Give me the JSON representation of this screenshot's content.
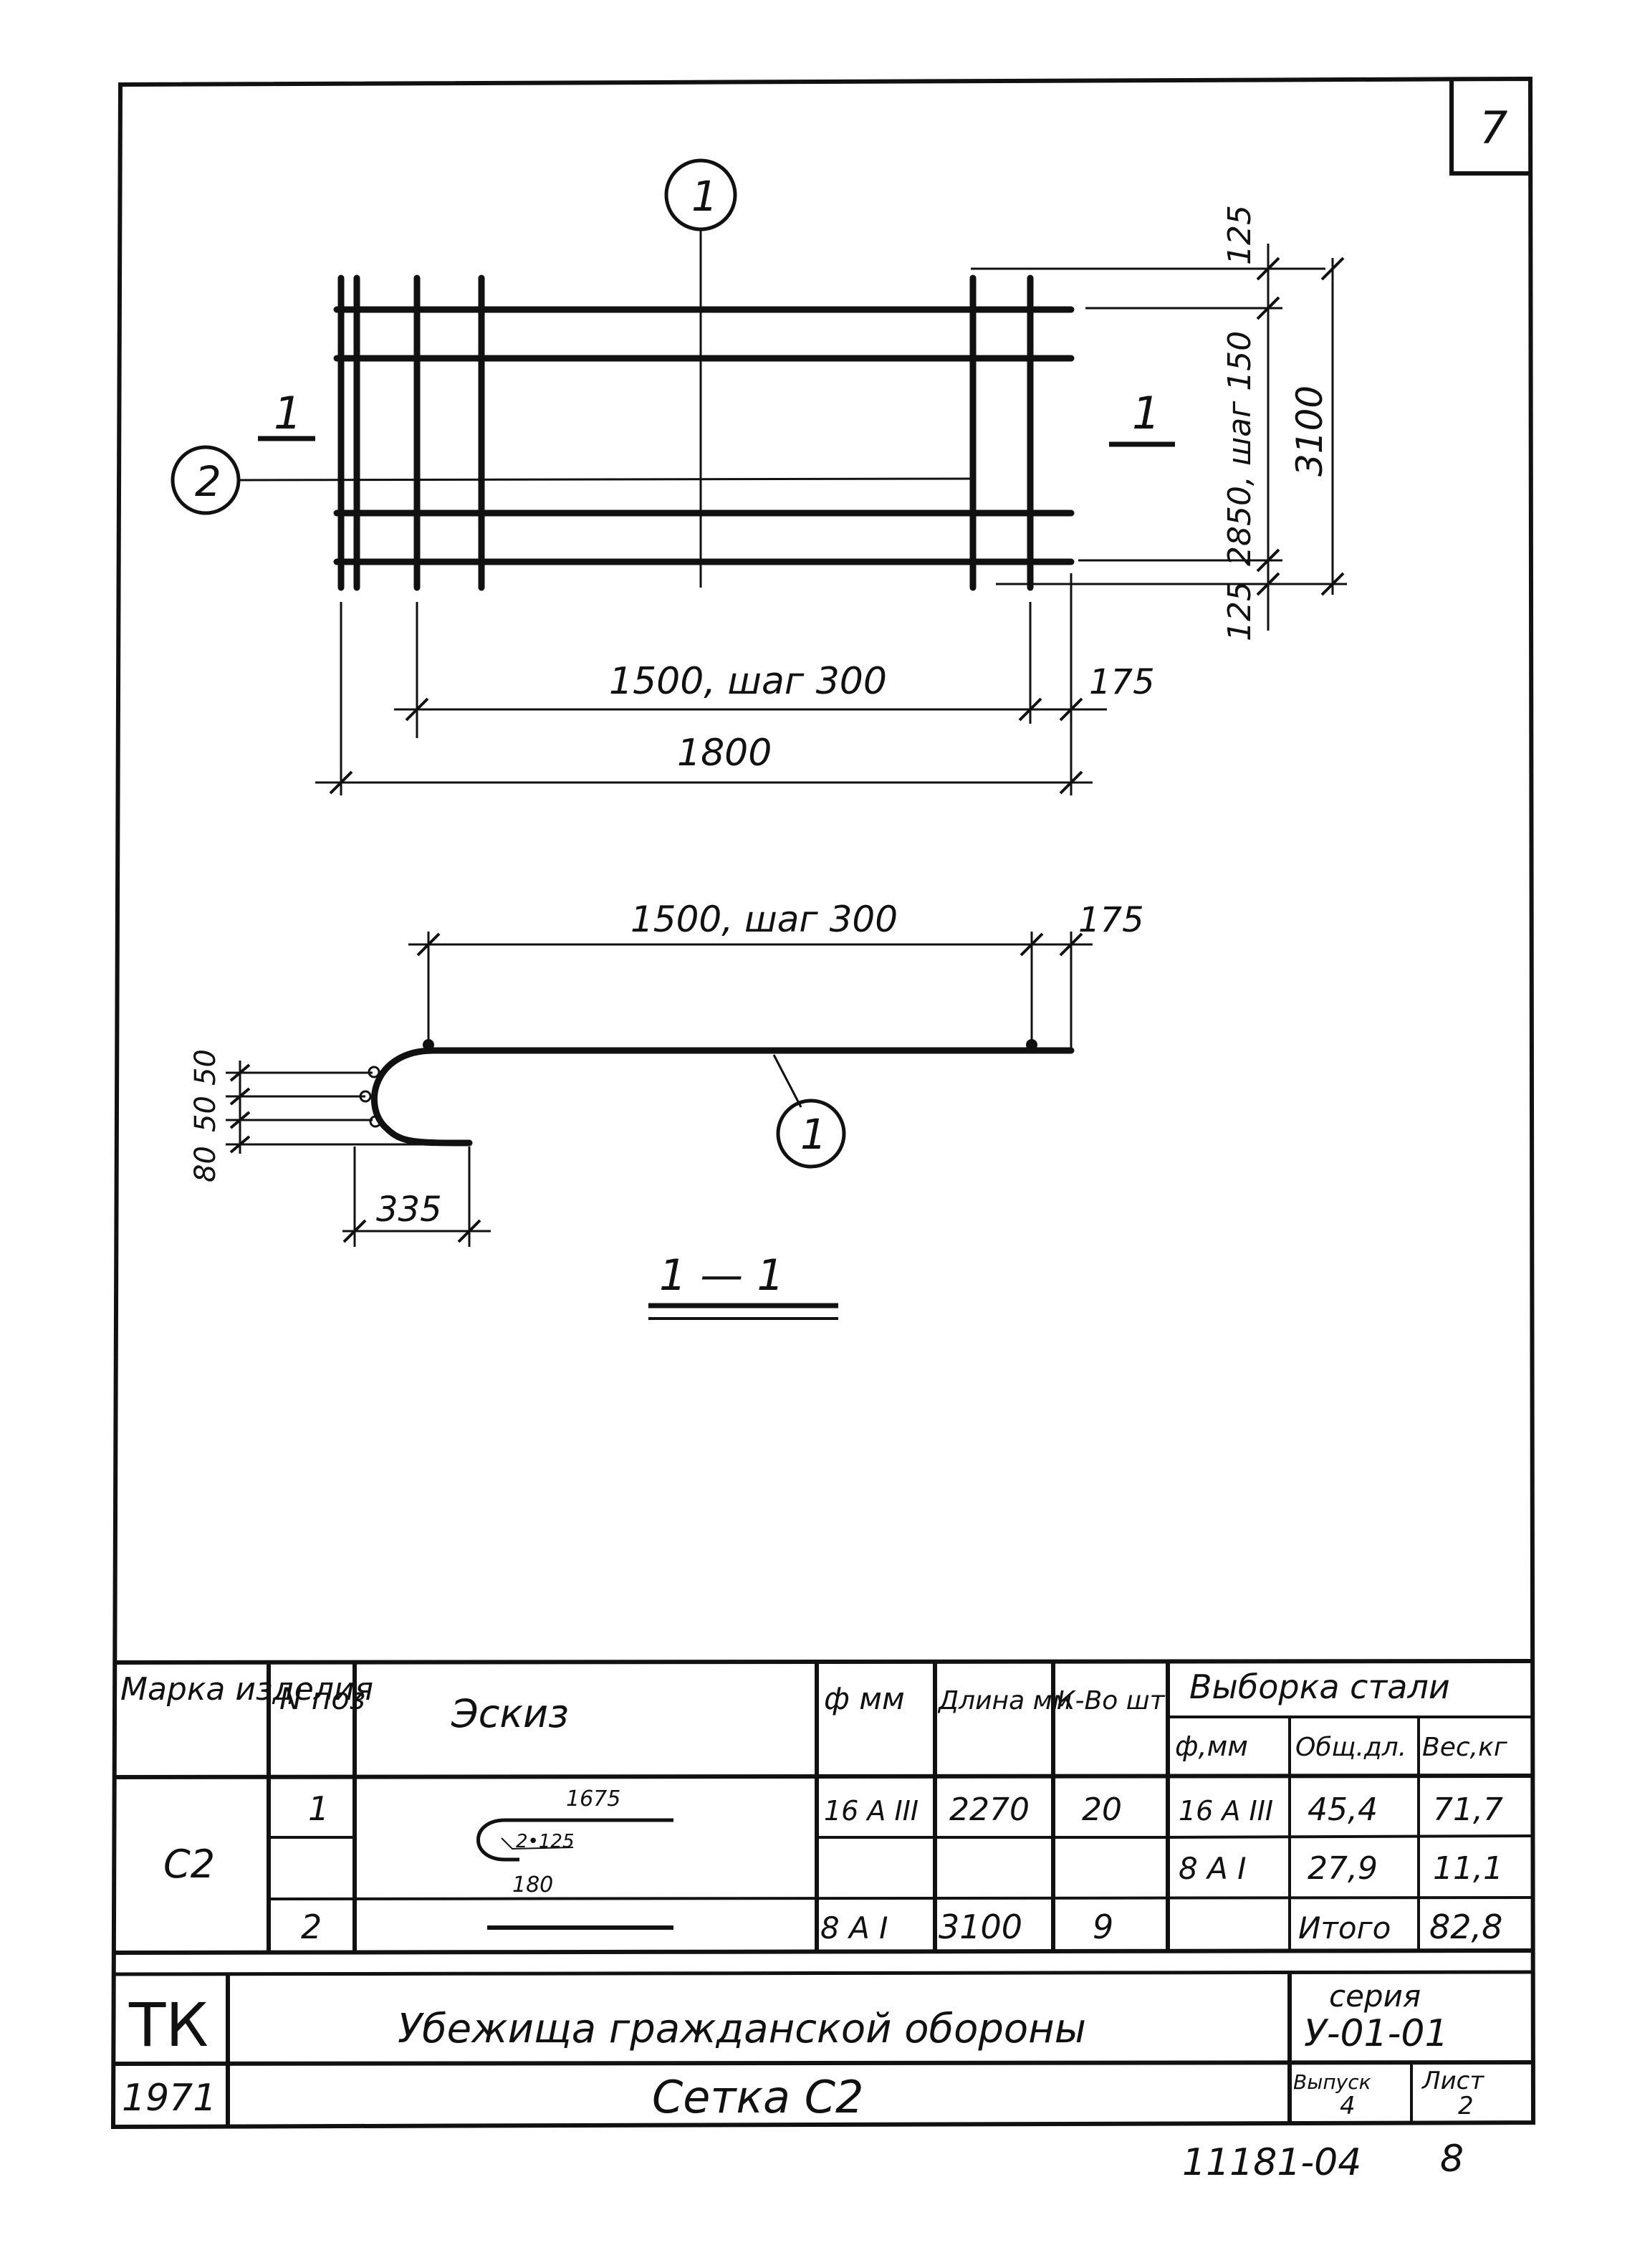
{
  "sheet": {
    "corner_number": "7",
    "stamp": "11181-04",
    "stamp_page": "8"
  },
  "plan_view": {
    "callout_1": "1",
    "callout_2": "2",
    "section_mark_left": "1",
    "section_mark_right": "1",
    "dim_top_offset": "125",
    "dim_bottom_offset": "125",
    "dim_height_spacing": "2850, шаг 150",
    "dim_height_total": "3100",
    "dim_width_spacing": "1500, шаг 300",
    "dim_width_end": "175",
    "dim_width_total": "1800"
  },
  "section_view": {
    "dim_spacing": "1500, шаг 300",
    "dim_end": "175",
    "dim_v1": "50",
    "dim_v2": "50",
    "dim_v3": "80",
    "dim_bottom": "335",
    "callout": "1",
    "title": "1 — 1"
  },
  "spec_table": {
    "headers": {
      "marka": "Марка изделия",
      "pos": "N поз",
      "sketch": "Эскиз",
      "diam": "ф мм",
      "length": "Длина мм",
      "count": "К-Во шт.",
      "steel_group": "Выборка стали",
      "steel_diam": "ф,мм",
      "steel_total_len": "Общ.дл.",
      "steel_weight": "Вес,кг"
    },
    "marka": "С2",
    "rows": [
      {
        "pos": "1",
        "diam": "16 А III",
        "length": "2270",
        "count": "20",
        "steel_diam": "16 А III",
        "steel_len": "45,4",
        "steel_weight": "71,7"
      },
      {
        "pos": "",
        "diam": "",
        "length": "",
        "count": "",
        "steel_diam": "8 А I",
        "steel_len": "27,9",
        "steel_weight": "11,1"
      },
      {
        "pos": "2",
        "diam": "8 А I",
        "length": "3100",
        "count": "9",
        "steel_diam": "",
        "steel_len": "Итого",
        "steel_weight": "82,8"
      }
    ],
    "sketch_labels": {
      "top": "1675",
      "mid": "2•125",
      "bottom": "180"
    }
  },
  "title_block": {
    "org": "ТК",
    "year": "1971",
    "title": "Убежища гражданской обороны",
    "subtitle": "Сетка С2",
    "series_label": "серия",
    "series_value": "У-01-01",
    "issue_label": "Выпуск",
    "issue_value": "4",
    "sheet_label": "Лист",
    "sheet_value": "2"
  }
}
